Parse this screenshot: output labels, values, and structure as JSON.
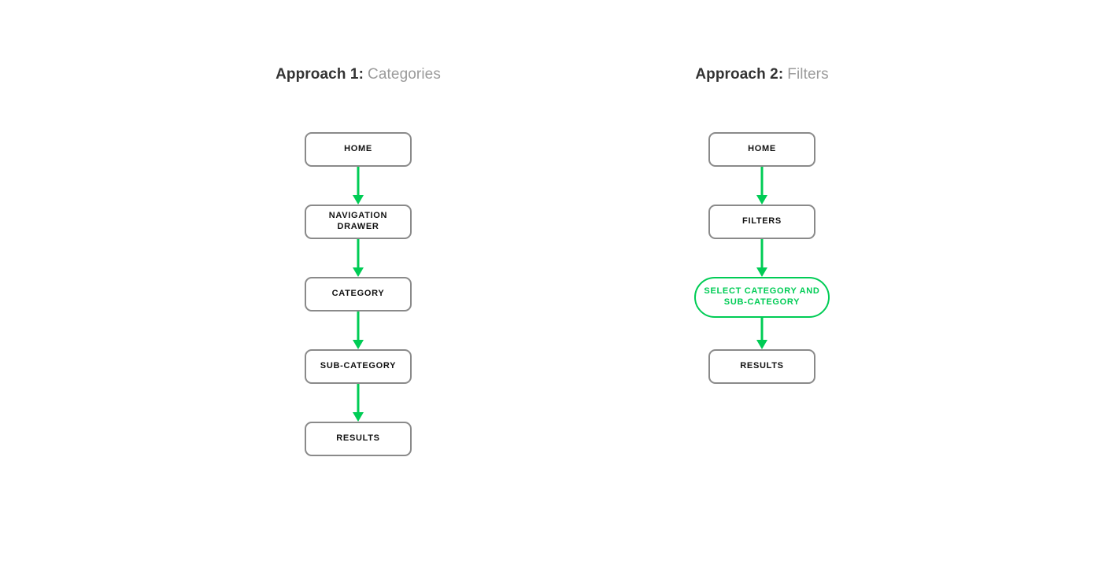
{
  "page": {
    "background_color": "#ffffff",
    "arrow_color": "#00cc55",
    "node_border_color": "#8a8a8a",
    "highlight_color": "#00cc55",
    "heading_lead_color": "#333333",
    "heading_sub_color": "#9b9b9b"
  },
  "columns": [
    {
      "id": "approach-1",
      "heading": {
        "lead": "Approach 1:",
        "sub": "Categories"
      },
      "nodes": [
        {
          "label": "HOME",
          "style": "default"
        },
        {
          "label": "NAVIGATION DRAWER",
          "style": "default"
        },
        {
          "label": "CATEGORY",
          "style": "default"
        },
        {
          "label": "SUB-CATEGORY",
          "style": "default"
        },
        {
          "label": "RESULTS",
          "style": "default"
        }
      ]
    },
    {
      "id": "approach-2",
      "heading": {
        "lead": "Approach 2:",
        "sub": "Filters"
      },
      "nodes": [
        {
          "label": "HOME",
          "style": "default"
        },
        {
          "label": "FILTERS",
          "style": "default"
        },
        {
          "label": "SELECT CATEGORY AND SUB-CATEGORY",
          "style": "highlight"
        },
        {
          "label": "RESULTS",
          "style": "default"
        }
      ]
    }
  ]
}
